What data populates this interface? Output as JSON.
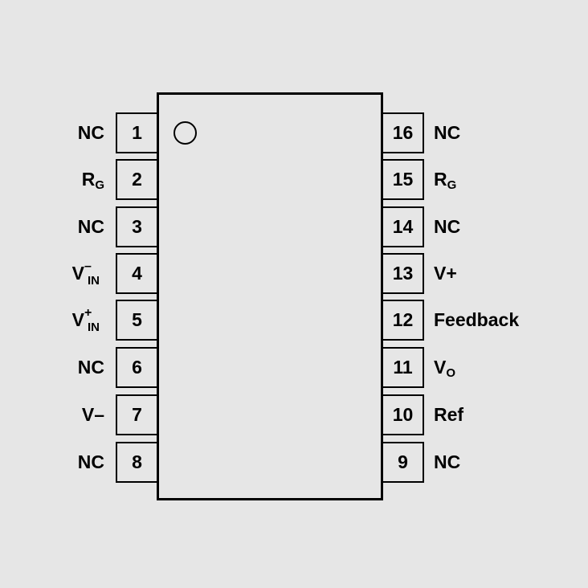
{
  "package": {
    "left_pins": [
      {
        "number": "1",
        "label": "NC"
      },
      {
        "number": "2",
        "label_main": "R",
        "label_sub": "G"
      },
      {
        "number": "3",
        "label": "NC"
      },
      {
        "number": "4",
        "label_main": "V",
        "label_sup": "–",
        "label_sub": "IN"
      },
      {
        "number": "5",
        "label_main": "V",
        "label_sup": "+",
        "label_sub": "IN"
      },
      {
        "number": "6",
        "label": "NC"
      },
      {
        "number": "7",
        "label": "V–"
      },
      {
        "number": "8",
        "label": "NC"
      }
    ],
    "right_pins": [
      {
        "number": "16",
        "label": "NC"
      },
      {
        "number": "15",
        "label_main": "R",
        "label_sub": "G"
      },
      {
        "number": "14",
        "label": "NC"
      },
      {
        "number": "13",
        "label": "V+"
      },
      {
        "number": "12",
        "label": "Feedback"
      },
      {
        "number": "11",
        "label_main": "V",
        "label_sub": "O"
      },
      {
        "number": "10",
        "label": "Ref"
      },
      {
        "number": "9",
        "label": "NC"
      }
    ]
  },
  "colors": {
    "background": "#e6e6e6",
    "stroke": "#000000"
  }
}
